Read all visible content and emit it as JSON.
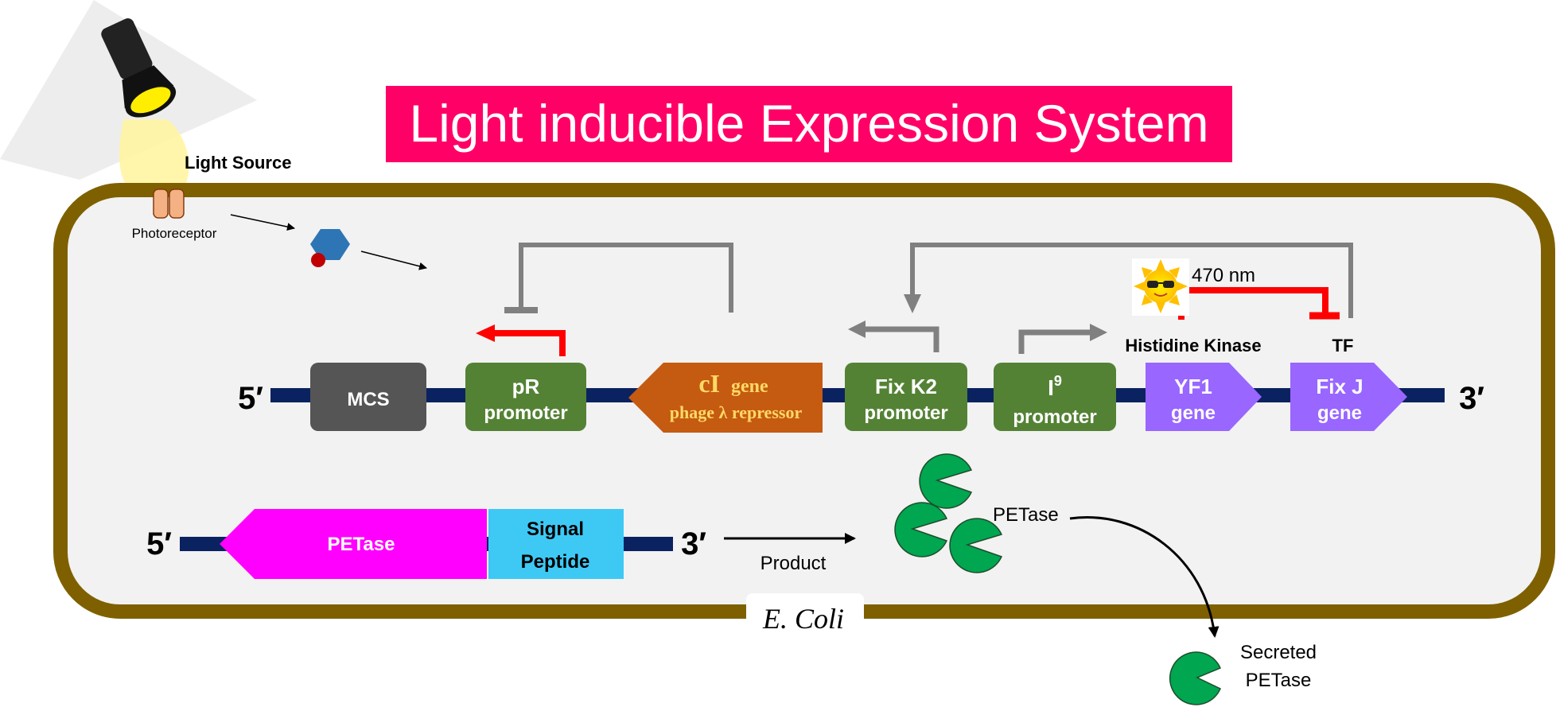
{
  "title": "Light inducible Expression System",
  "light_source": {
    "label": "Light Source"
  },
  "photoreceptor": {
    "label": "Photoreceptor"
  },
  "cell": {
    "label": "E. Coli"
  },
  "construct1": {
    "five_prime": "5′",
    "three_prime": "3′",
    "mcs": "MCS",
    "pr": {
      "line1": "pR",
      "line2": "promoter"
    },
    "ci": {
      "main": "cI",
      "suffix": "gene",
      "line2": "phage λ repressor"
    },
    "fixk2": {
      "line1": "Fix K2",
      "line2": "promoter"
    },
    "i9": {
      "base": "I",
      "sup": "9",
      "line2": "promoter"
    },
    "yf1": {
      "line1": "YF1",
      "line2": "gene"
    },
    "fixj": {
      "line1": "Fix J",
      "line2": "gene"
    },
    "histidine_kinase": "Histidine Kinase",
    "tf": "TF",
    "wavelength": "470 nm"
  },
  "construct2": {
    "five_prime": "5′",
    "three_prime": "3′",
    "petase": "PETase",
    "signal": {
      "line1": "Signal",
      "line2": "Peptide"
    },
    "product": "Product"
  },
  "petase_cluster": {
    "label": "PETase"
  },
  "secreted": {
    "line1": "Secreted",
    "line2": "PETase"
  },
  "colors": {
    "title_bg": "#ff0066",
    "cell_border": "#7f6000",
    "cell_fill": "#f2f2f2",
    "dna": "#0b2260",
    "mcs": "#555555",
    "promoter": "#548235",
    "ci": "#c55a11",
    "ci_text": "#ffd966",
    "violet": "#9966ff",
    "magenta": "#ff00ff",
    "signal": "#3ec9f5",
    "red": "#ff0000",
    "gray": "#7f7f7f",
    "enzyme": "#00a650"
  }
}
